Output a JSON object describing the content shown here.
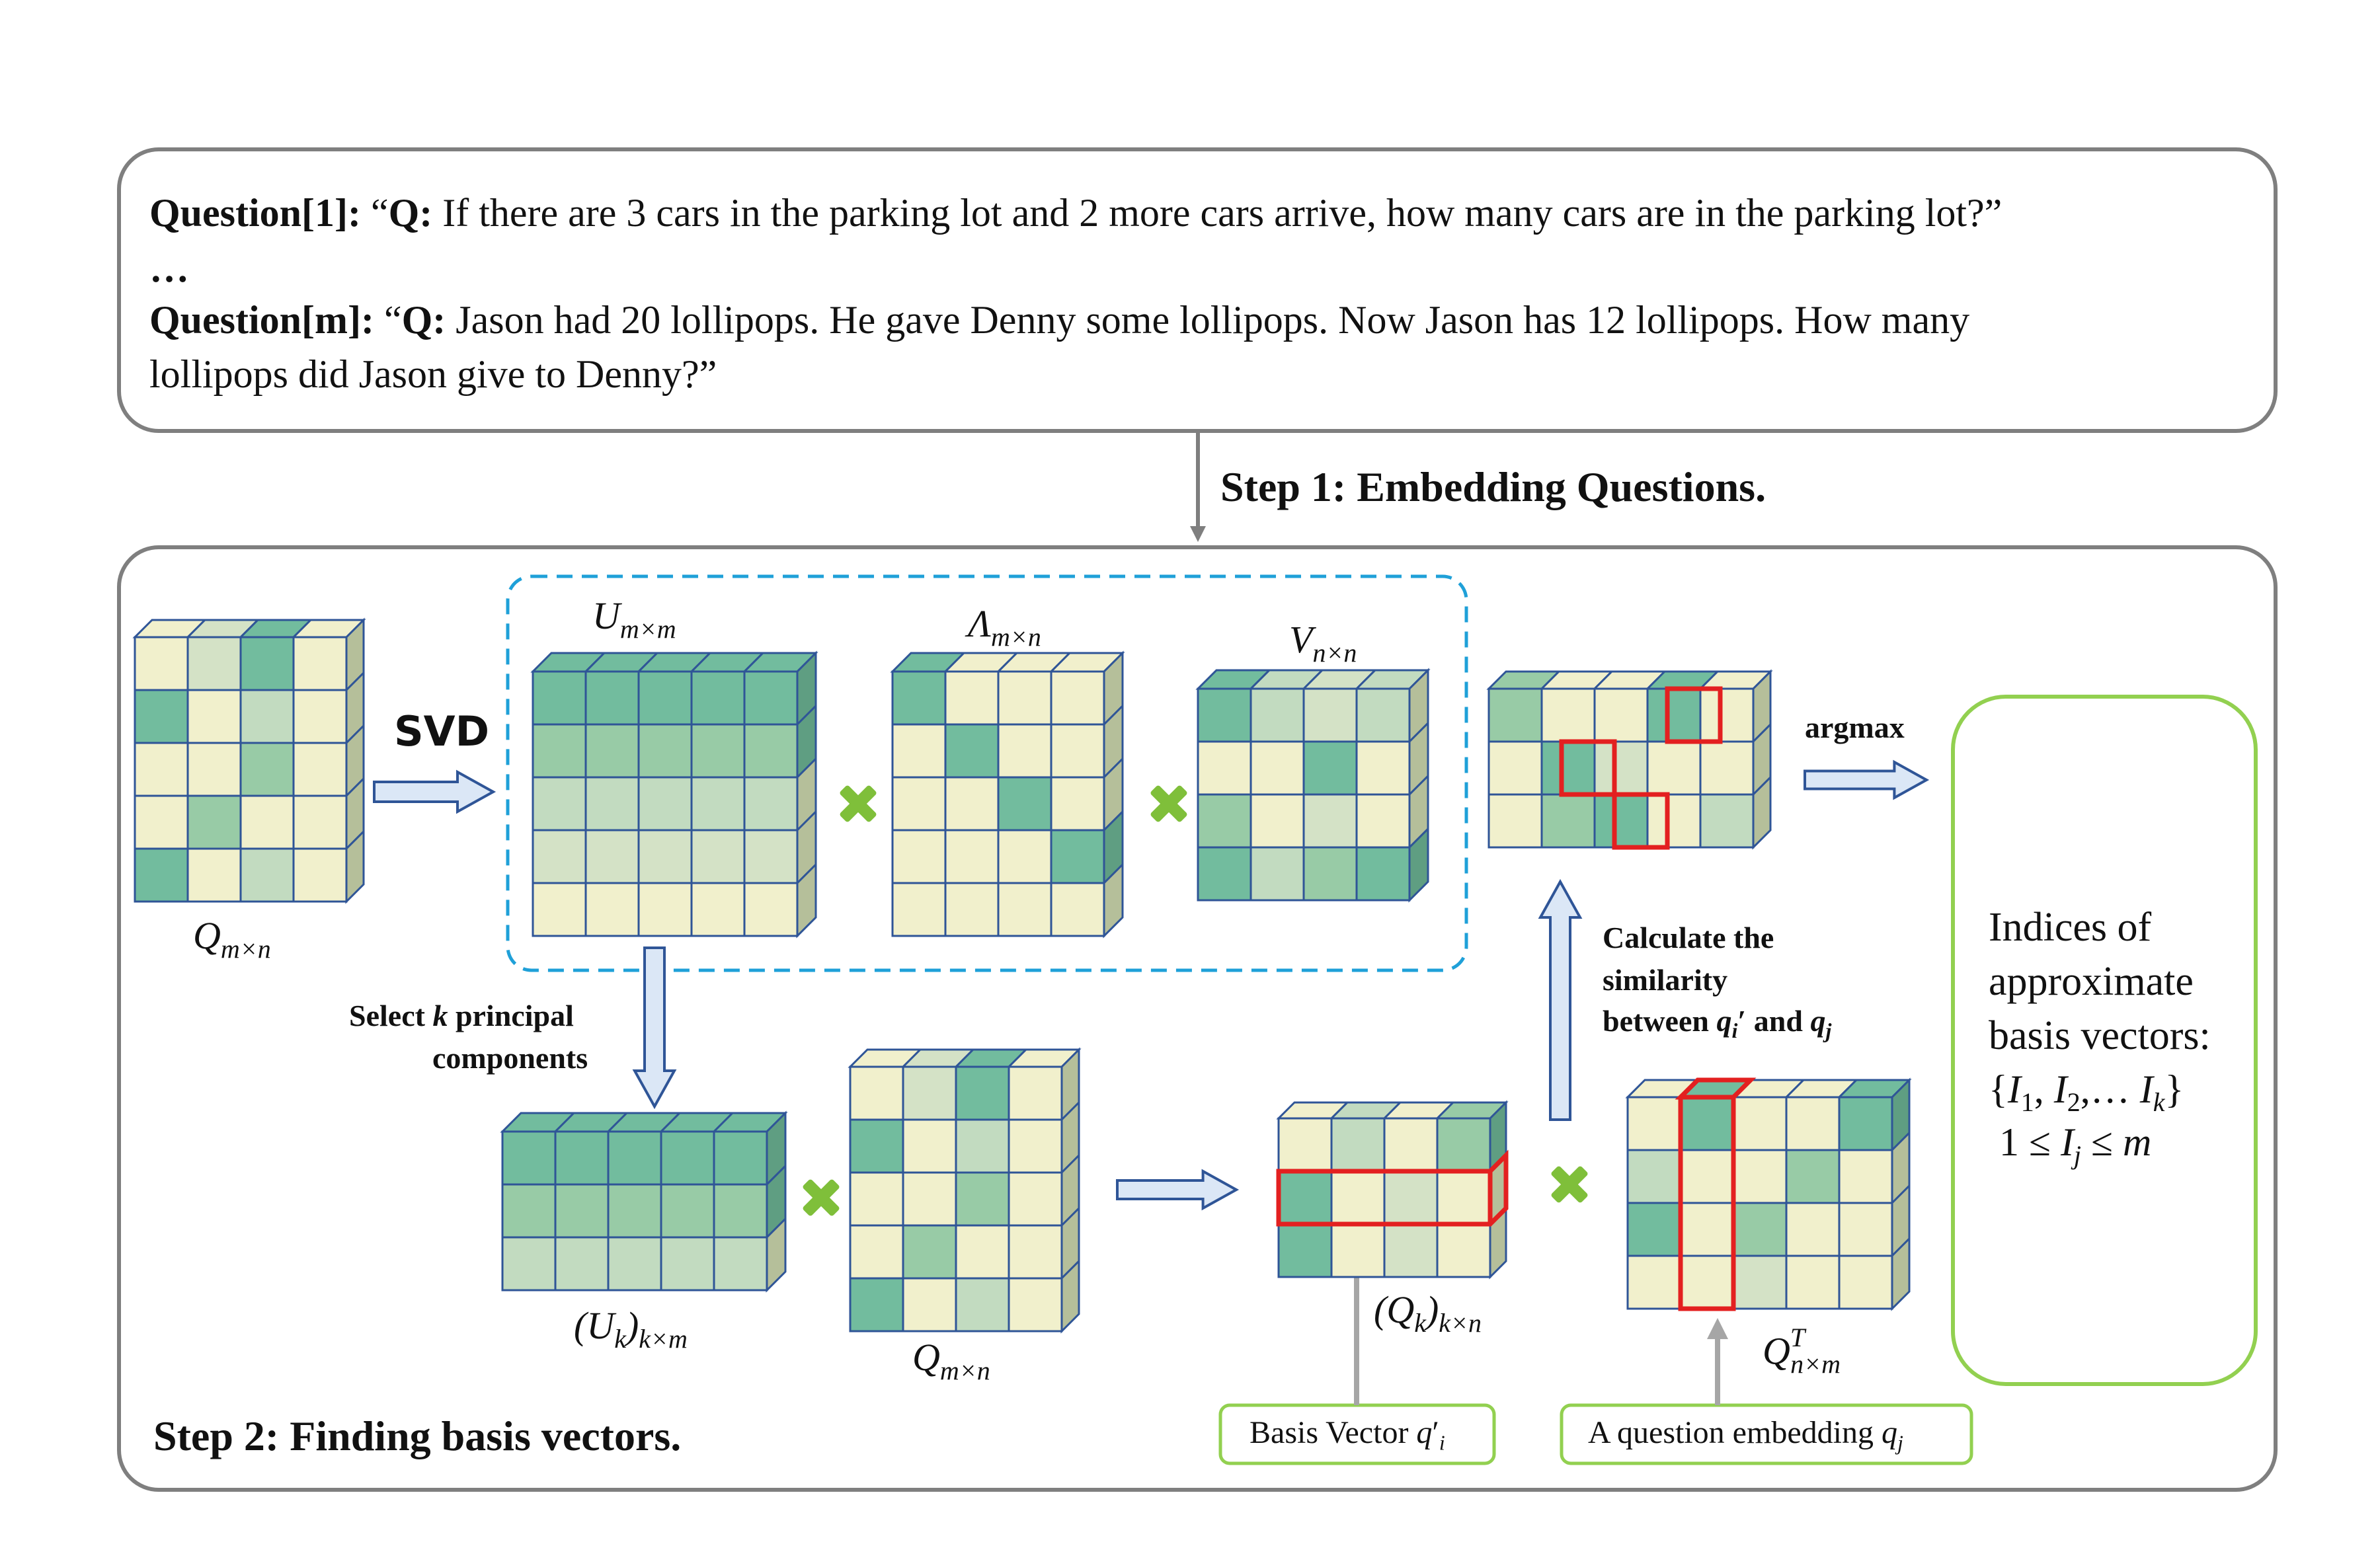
{
  "questions": {
    "q1_label": "Question[1]:",
    "q1_open": " “",
    "q1_prefix": "Q:",
    "q1_text": " If there are 3 cars in the parking lot and 2 more cars arrive, how many cars are in the parking lot?”",
    "ellipsis": "…",
    "qm_label": "Question[m]:",
    "qm_open": " “",
    "qm_prefix": "Q:",
    "qm_text_line1": " Jason had 20 lollipops. He gave Denny some lollipops. Now Jason has 12 lollipops. How many",
    "qm_text_line2": "lollipops did Jason give to Denny?”"
  },
  "step1": {
    "label": "Step 1: Embedding Questions."
  },
  "step2": {
    "label": "Step 2: Finding basis vectors."
  },
  "labels": {
    "svd": "SVD",
    "q_mn_base": "Q",
    "q_mn_sub": "m×n",
    "u_mm_base": "U",
    "u_mm_sub": "m×m",
    "lambda_mn_base": "Λ",
    "lambda_mn_sub": "m×n",
    "v_nn_base": "V",
    "v_nn_sub": "n×n",
    "select_k_line1_a": "Select ",
    "select_k_line1_k": "k",
    "select_k_line1_b": " principal",
    "select_k_line2": "components",
    "uk_base": "(U",
    "uk_k": "k",
    "uk_close": ")",
    "uk_sub": "k×m",
    "q_mn2_base": "Q",
    "q_mn2_sub": "m×n",
    "qk_base": "(Q",
    "qk_k": "k",
    "qk_close": ")",
    "qk_sub": "k×n",
    "qt_base": "Q",
    "qt_sup": "T",
    "qt_sub": "n×m",
    "argmax": "argmax",
    "calc_line1": "Calculate the",
    "calc_line2": "similarity",
    "calc_line3_a": "between ",
    "calc_line3_q": "q",
    "calc_line3_qsub": "i",
    "calc_line3_prime": "′",
    "calc_line3_and": " and ",
    "calc_line3_qj": "q",
    "calc_line3_qjsub": "j",
    "basis_vector_text": "Basis Vector ",
    "basis_vector_q": "q",
    "basis_vector_prime": "′",
    "basis_vector_sub": "i",
    "question_embedding_text": "A question embedding ",
    "question_embedding_q": "q",
    "question_embedding_sub": "j"
  },
  "result_box": {
    "line1": "Indices of",
    "line2": "approximate",
    "line3": "basis vectors:",
    "set_open": "{",
    "set_I": "I",
    "set_1": "1",
    "set_comma1": ", ",
    "set_I2": "I",
    "set_2": "2",
    "set_comma2": ",… ",
    "set_Ik": "I",
    "set_k": "k",
    "set_close": "}",
    "cond_1": "1 ≤ ",
    "cond_I": "I",
    "cond_j": "j",
    "cond_rest": " ≤ ",
    "cond_m": "m"
  },
  "colors": {
    "cream": "#f1f0cc",
    "light": "#d4e2c6",
    "pale": "#c2dbc0",
    "mid": "#98cba6",
    "dark": "#72bc9e",
    "grid": "#2f5597",
    "side": "#b5bf9a",
    "red": "#e32020",
    "cross": "#7fbf3a",
    "arrow_fill": "#dbe7f6",
    "arrow_stroke": "#2f5597",
    "dash": "#1fa0d8",
    "green_box": "#92d050",
    "box_stroke": "#7f7f7f",
    "gray_arrow": "#a6a6a6"
  }
}
